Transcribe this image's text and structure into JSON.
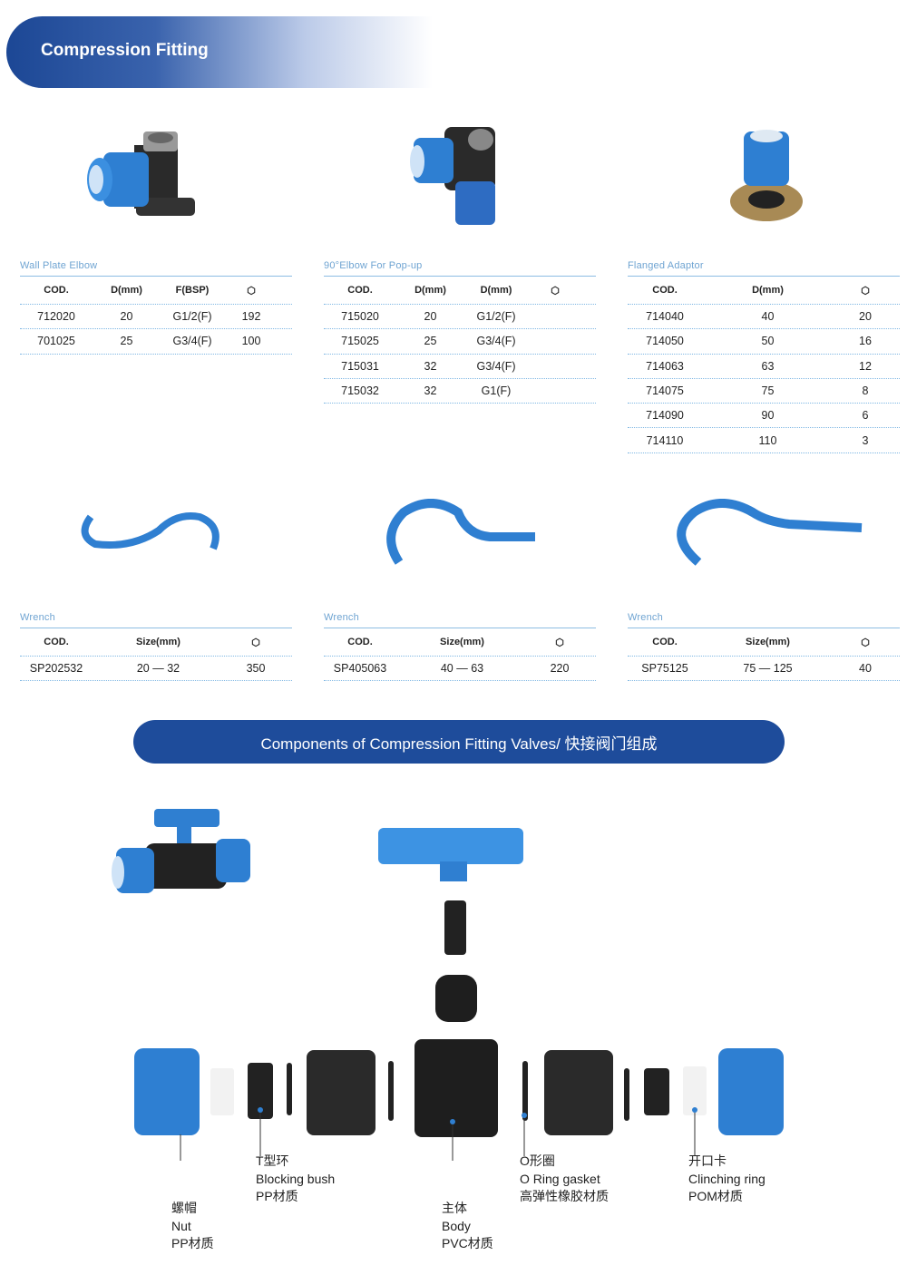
{
  "header": {
    "title": "Compression Fitting"
  },
  "tables": [
    {
      "caption": "Wall Plate Elbow",
      "headers": [
        "COD.",
        "D(mm)",
        "F(BSP)"
      ],
      "rows": [
        [
          "712020",
          "20",
          "G1/2(F)",
          "192"
        ],
        [
          "701025",
          "25",
          "G3/4(F)",
          "100"
        ]
      ]
    },
    {
      "caption": "90°Elbow For Pop-up",
      "headers": [
        "COD.",
        "D(mm)",
        "D(mm)"
      ],
      "rows": [
        [
          "715020",
          "20",
          "G1/2(F)"
        ],
        [
          "715025",
          "25",
          "G3/4(F)"
        ],
        [
          "715031",
          "32",
          "G3/4(F)"
        ],
        [
          "715032",
          "32",
          "G1(F)"
        ]
      ]
    },
    {
      "caption": "Flanged Adaptor",
      "headers": [
        "COD.",
        "D(mm)"
      ],
      "rows": [
        [
          "714040",
          "40",
          "20"
        ],
        [
          "714050",
          "50",
          "16"
        ],
        [
          "714063",
          "63",
          "12"
        ],
        [
          "714075",
          "75",
          "8"
        ],
        [
          "714090",
          "90",
          "6"
        ],
        [
          "714110",
          "110",
          "3"
        ]
      ]
    }
  ],
  "wrenches": [
    {
      "caption": "Wrench",
      "headers": [
        "COD.",
        "Size(mm)"
      ],
      "rows": [
        [
          "SP202532",
          "20 — 32",
          "350"
        ]
      ]
    },
    {
      "caption": "Wrench",
      "headers": [
        "COD.",
        "Size(mm)"
      ],
      "rows": [
        [
          "SP405063",
          "40 — 63",
          "220"
        ]
      ]
    },
    {
      "caption": "Wrench",
      "headers": [
        "COD.",
        "Size(mm)"
      ],
      "rows": [
        [
          "SP75125",
          "75 — 125",
          "40"
        ]
      ]
    }
  ],
  "components": {
    "title": "Components of Compression Fitting Valves/ 快接阀门组成",
    "labels": {
      "nut": [
        "螺帽",
        "Nut",
        "PP材质"
      ],
      "bush": [
        "T型环",
        "Blocking bush",
        "PP材质"
      ],
      "body": [
        "主体",
        "Body",
        "PVC材质"
      ],
      "oring": [
        "O形圈",
        "O Ring gasket",
        "高弹性橡胶材质"
      ],
      "ring": [
        "开口卡",
        "Clinching ring",
        "POM材质"
      ]
    }
  },
  "colors": {
    "brand": "#1e4c9b",
    "caption": "#6fa4d2",
    "part": "#2f7fd1"
  }
}
